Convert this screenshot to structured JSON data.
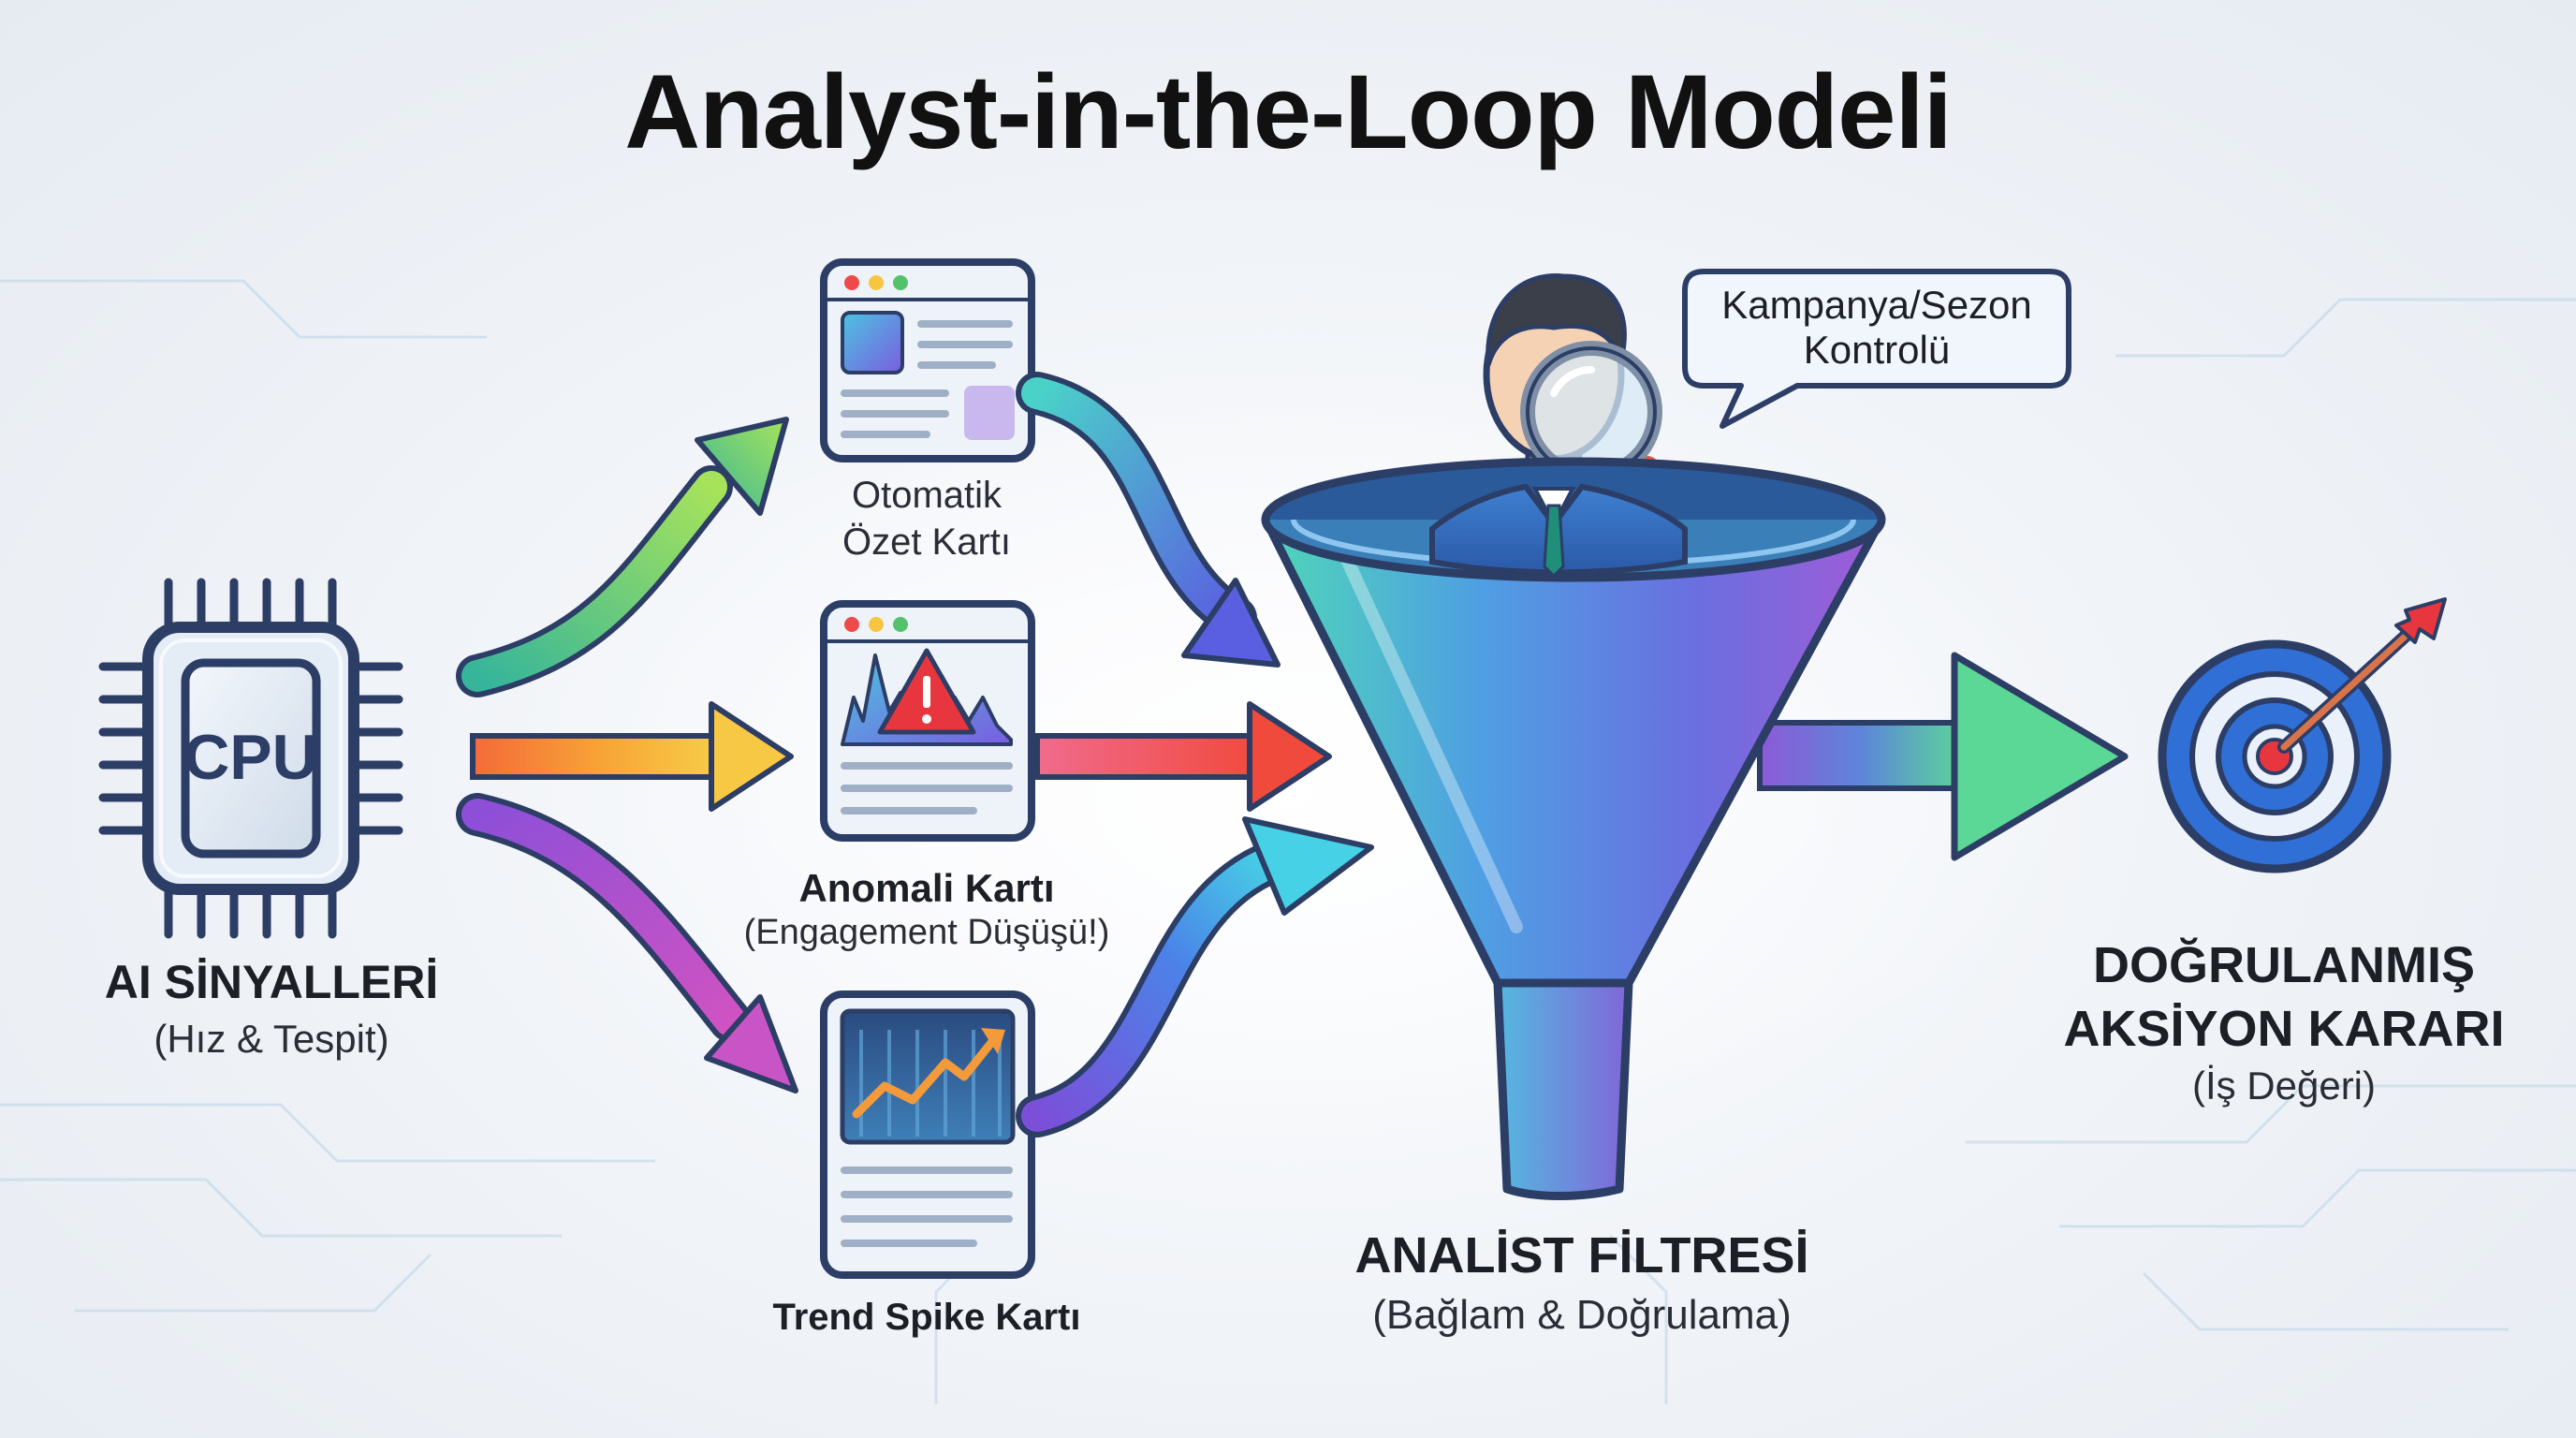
{
  "title": "Analyst-in-the-Loop Modeli",
  "cpu_label": "CPU",
  "ai_signals": {
    "title": "AI SİNYALLERİ",
    "subtitle": "(Hız & Tespit)"
  },
  "cards": {
    "summary": {
      "line1": "Otomatik",
      "line2": "Özet Kartı"
    },
    "anomaly": {
      "title": "Anomali Kartı",
      "subtitle": "(Engagement Düşüşü!)"
    },
    "trend": {
      "title": "Trend Spike Kartı"
    }
  },
  "speech_bubble": {
    "line1": "Kampanya/Sezon",
    "line2": "Kontrolü"
  },
  "analyst_filter": {
    "title": "ANALİST FİLTRESİ",
    "subtitle": "(Bağlam & Doğrulama)"
  },
  "result": {
    "line1": "DOĞRULANMIŞ",
    "line2": "AKSİYON KARARI",
    "subtitle": "(İş Değeri)"
  },
  "icons": [
    "cpu-chip-icon",
    "summary-card-icon",
    "anomaly-card-icon",
    "warning-icon",
    "trend-card-icon",
    "analyst-person-icon",
    "magnifier-icon",
    "funnel-icon",
    "target-icon",
    "arrow-icon"
  ],
  "colors": {
    "navy": "#2c3d66",
    "green": "#6fd17a",
    "teal": "#3aa9c9",
    "blue": "#4d7fe0",
    "purple": "#8a4fd6",
    "orange": "#f39a3a",
    "red": "#ef4a5a",
    "target_blue": "#2f6fd6"
  }
}
